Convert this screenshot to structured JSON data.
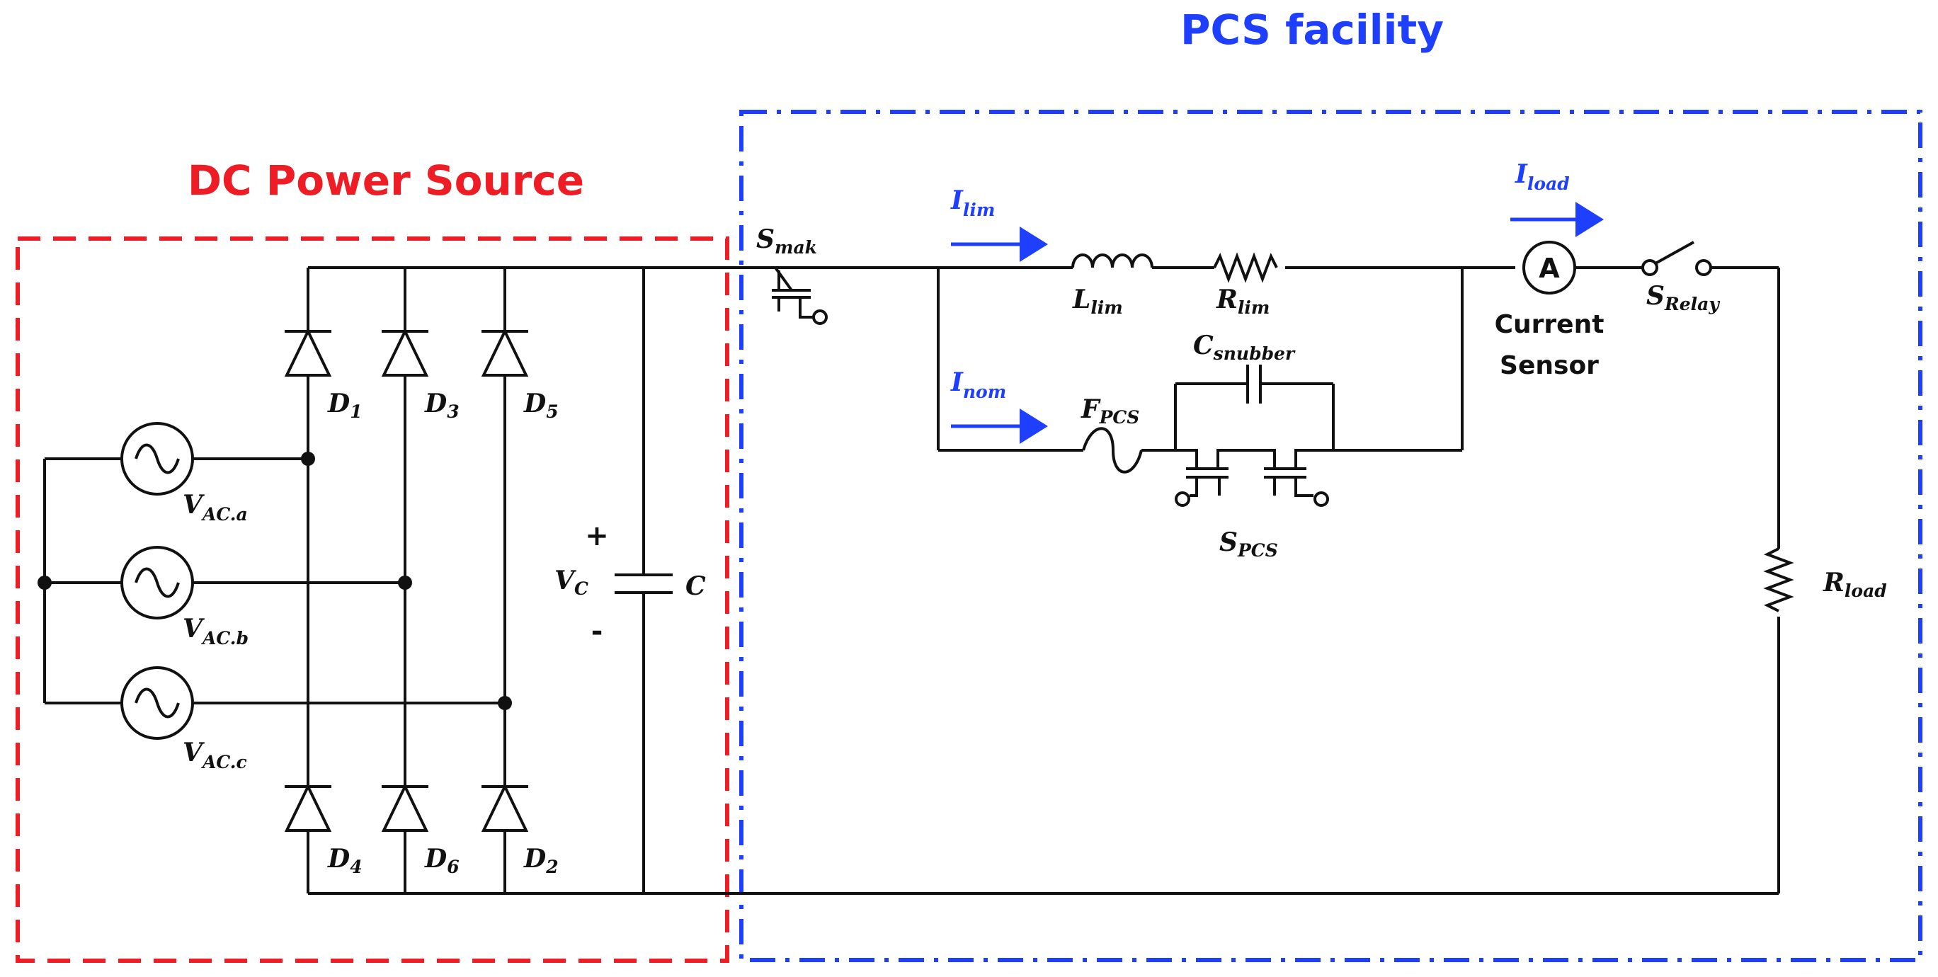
{
  "titles": {
    "dc_source": "DC Power Source",
    "pcs_facility": "PCS facility"
  },
  "colors": {
    "dc_box": "#ee1c24",
    "pcs_box": "#1f3fff",
    "current_label": "#1f3fff",
    "wire": "#111111"
  },
  "sources": [
    {
      "main": "V",
      "sub": "AC.a"
    },
    {
      "main": "V",
      "sub": "AC.b"
    },
    {
      "main": "V",
      "sub": "AC.c"
    }
  ],
  "diodes": [
    {
      "main": "D",
      "sub": "1"
    },
    {
      "main": "D",
      "sub": "3"
    },
    {
      "main": "D",
      "sub": "5"
    },
    {
      "main": "D",
      "sub": "4"
    },
    {
      "main": "D",
      "sub": "6"
    },
    {
      "main": "D",
      "sub": "2"
    }
  ],
  "capacitor": {
    "label": "C",
    "voltage": {
      "main": "V",
      "sub": "C"
    },
    "plus": "+",
    "minus": "-"
  },
  "switches": {
    "mak": {
      "main": "S",
      "sub": "mak"
    },
    "pcs": {
      "main": "S",
      "sub": "PCS"
    },
    "relay": {
      "main": "S",
      "sub": "Relay"
    }
  },
  "currents": {
    "lim": {
      "main": "I",
      "sub": "lim"
    },
    "nom": {
      "main": "I",
      "sub": "nom"
    },
    "load": {
      "main": "I",
      "sub": "load"
    }
  },
  "components": {
    "l_lim": {
      "main": "L",
      "sub": "lim"
    },
    "r_lim": {
      "main": "R",
      "sub": "lim"
    },
    "c_snubber": {
      "main": "C",
      "sub": "snubber"
    },
    "f_pcs": {
      "main": "F",
      "sub": "PCS"
    },
    "r_load": {
      "main": "R",
      "sub": "load"
    }
  },
  "sensor": {
    "symbol": "A",
    "label_line1": "Current",
    "label_line2": "Sensor"
  }
}
